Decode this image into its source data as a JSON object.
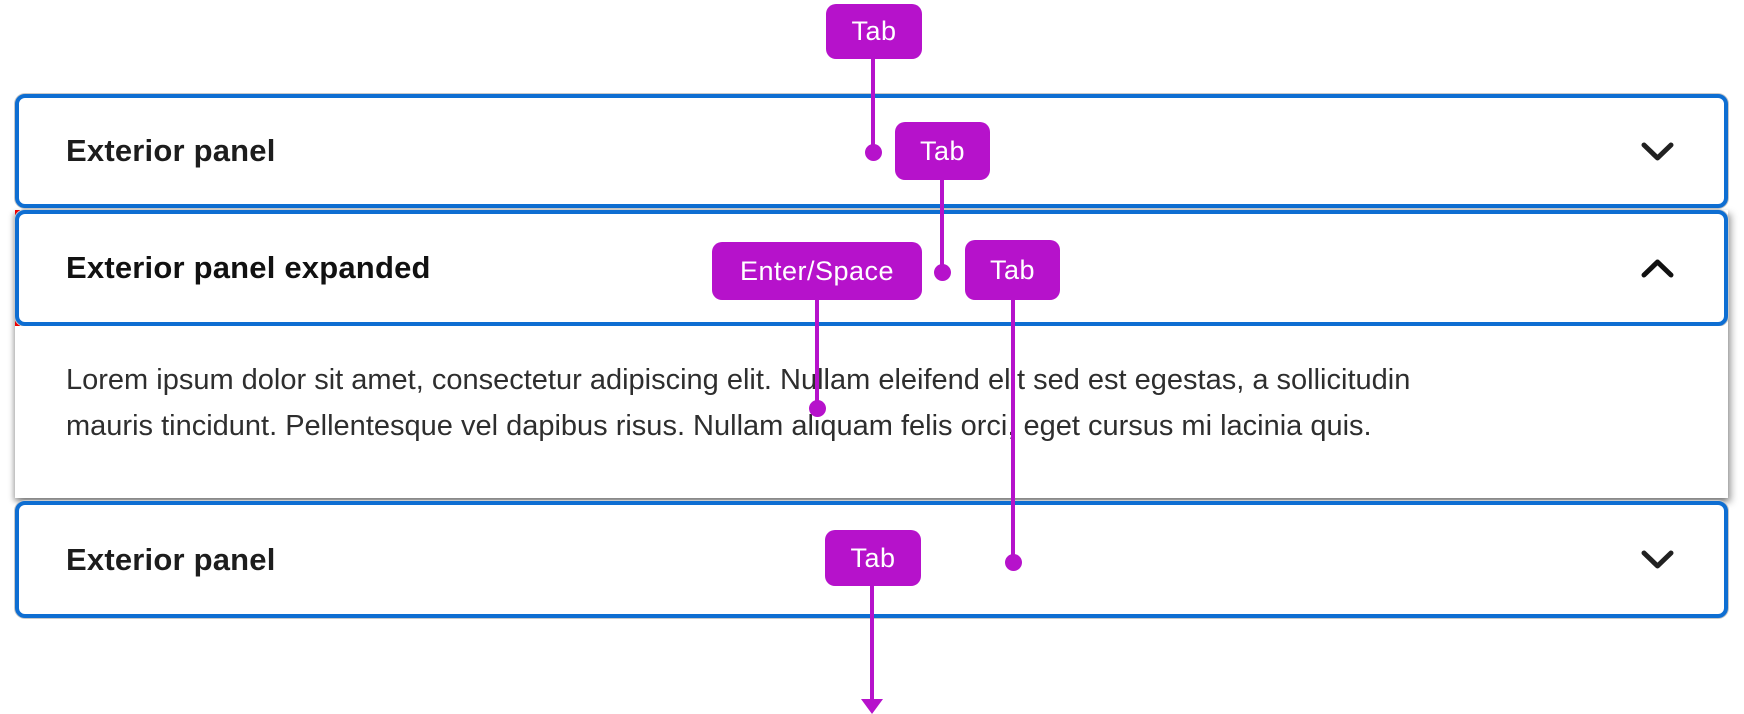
{
  "accordion": {
    "panels": [
      {
        "title": "Exterior panel",
        "state": "collapsed",
        "chevron": "chevron-down-icon"
      },
      {
        "title": "Exterior panel expanded",
        "state": "expanded",
        "chevron": "chevron-up-icon",
        "body_lines": [
          "Lorem ipsum dolor sit amet, consectetur adipiscing elit. Nullam eleifend elit sed est egestas, a sollicitudin",
          "mauris tincidunt. Pellentesque vel dapibus risus. Nullam aliquam felis orci, eget cursus mi lacinia quis."
        ]
      },
      {
        "title": "Exterior panel",
        "state": "collapsed",
        "chevron": "chevron-down-icon"
      }
    ]
  },
  "annotations": {
    "badges": [
      {
        "id": "tab-1",
        "label": "Tab"
      },
      {
        "id": "tab-2",
        "label": "Tab"
      },
      {
        "id": "enter-space",
        "label": "Enter/Space"
      },
      {
        "id": "tab-3",
        "label": "Tab"
      },
      {
        "id": "tab-4",
        "label": "Tab"
      }
    ]
  },
  "colors": {
    "focus_ring_blue": "#0e6ed2",
    "annotation_magenta": "#b612cb",
    "expanded_accent_red": "#ee0000",
    "panel_hairline_gray": "#c9c9c9",
    "title_text": "#1d1d1d",
    "body_text": "#2e2e2e",
    "badge_text": "#ffffff"
  }
}
